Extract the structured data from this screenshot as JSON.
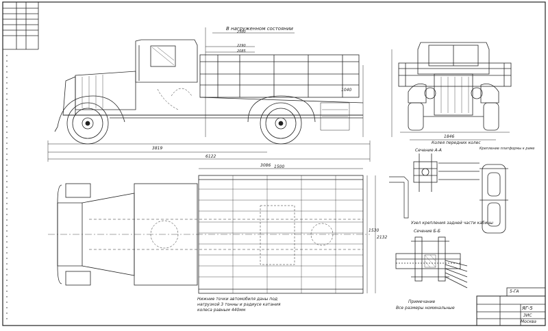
{
  "drawing": {
    "title_block": {
      "model": "ЯГ-5",
      "code": "5-ГА",
      "company": "ЗИС",
      "city": "Москва"
    },
    "labels": {
      "load_note": "В нагруженном состоянии",
      "front_wheel_track": "Колея передних колес",
      "section_aa": "Сечение А-А",
      "section_bb": "Сечение Б-Б",
      "platform_mount": "Узел крепления задней части кабины",
      "bracket_note": "Крепление платформы к раме",
      "section_label": "Сечение",
      "bottom_note_1": "Нижние точки автомобиля даны под",
      "bottom_note_2": "нагрузкой 3 тонны и радиусе катания",
      "bottom_note_3": "колеса равным 440мм",
      "remark_title": "Примечание",
      "remark_text": "Все размеры номинальные"
    },
    "dimensions": {
      "d6": "6122",
      "d3819": "3819",
      "d3086": "3086",
      "d2290": "2290",
      "d2085": "2085",
      "d1846": "1846",
      "d2300": "2300",
      "d1500": "1500",
      "d1040": "1040",
      "d1530": "1530",
      "d2132": "2132"
    }
  }
}
